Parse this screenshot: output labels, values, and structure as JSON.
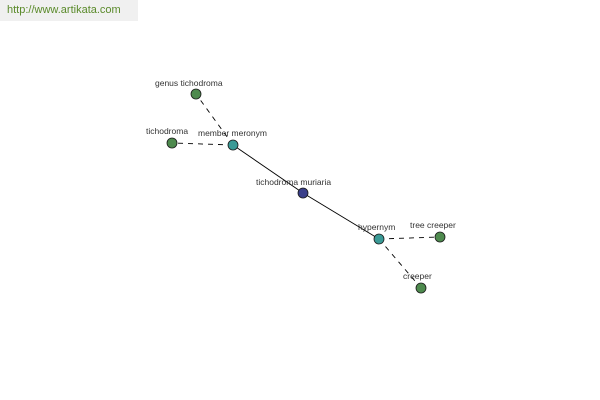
{
  "source": {
    "url_text": "http://www.artikata.com"
  },
  "colors": {
    "center": "#3a3f8a",
    "relation": "#3a9a96",
    "leaf": "#4e8a4e",
    "edge": "#000000"
  },
  "graph": {
    "nodes": [
      {
        "id": "tichodroma-muriaria",
        "label": "tichodroma muriaria",
        "kind": "center"
      },
      {
        "id": "member-meronym",
        "label": "member meronym",
        "kind": "relation"
      },
      {
        "id": "hypernym",
        "label": "hypernym",
        "kind": "relation"
      },
      {
        "id": "genus-tichodroma",
        "label": "genus tichodroma",
        "kind": "leaf"
      },
      {
        "id": "tichodroma",
        "label": "tichodroma",
        "kind": "leaf"
      },
      {
        "id": "tree-creeper",
        "label": "tree creeper",
        "kind": "leaf"
      },
      {
        "id": "creeper",
        "label": "creeper",
        "kind": "leaf"
      }
    ],
    "edges": [
      {
        "from": "tichodroma-muriaria",
        "to": "member-meronym",
        "style": "solid"
      },
      {
        "from": "tichodroma-muriaria",
        "to": "hypernym",
        "style": "solid"
      },
      {
        "from": "member-meronym",
        "to": "genus-tichodroma",
        "style": "dashed"
      },
      {
        "from": "member-meronym",
        "to": "tichodroma",
        "style": "dashed"
      },
      {
        "from": "hypernym",
        "to": "tree-creeper",
        "style": "dashed"
      },
      {
        "from": "hypernym",
        "to": "creeper",
        "style": "dashed"
      }
    ]
  }
}
